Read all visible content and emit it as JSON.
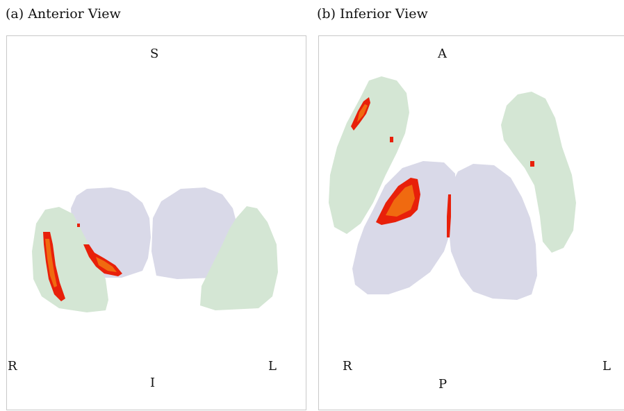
{
  "panels": [
    {
      "caption": "(a) Anterior View",
      "labels": {
        "top": "S",
        "bottom": "I",
        "left": "R",
        "right": "L"
      }
    },
    {
      "caption": "(b) Inferior View",
      "labels": {
        "top": "A",
        "bottom": "P",
        "left": "R",
        "right": "L"
      }
    }
  ],
  "colors": {
    "green_region": "#d4e6d4",
    "purple_region": "#d9d9e8",
    "hot_red": "#e8200a",
    "hot_orange": "#f06a10",
    "frame": "#c8c8c8"
  }
}
